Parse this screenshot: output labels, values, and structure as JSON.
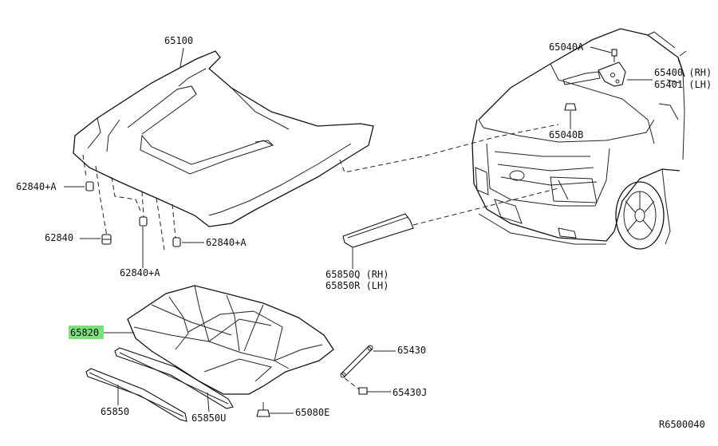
{
  "diagram_id": "R6500040",
  "highlight_color": "#7dde7d",
  "parts": {
    "hood": "65100",
    "hood_insulator": "65820",
    "seal_front": "65850",
    "seal_under": "65850U",
    "clip_65080e": "65080E",
    "stay": "65430",
    "stay_clip": "65430J",
    "bumper_62840": "62840",
    "bumper_62840a_left": "62840+A",
    "bumper_62840a_right": "62840+A",
    "bumper_62840a_bottom": "62840+A",
    "seal_rh": "65850Q (RH)",
    "seal_lh": "65850R (LH)",
    "bolt_65040a": "65040A",
    "grommet_65040b": "65040B",
    "hinge_rh": "65400 (RH)",
    "hinge_lh": "65401 (LH)"
  }
}
